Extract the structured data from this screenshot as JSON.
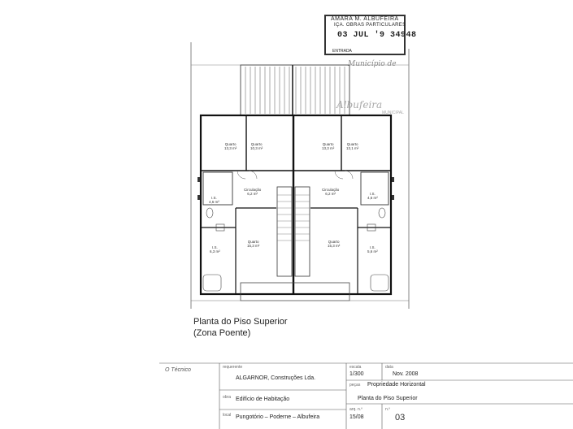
{
  "stamp": {
    "line1": "AMARA M. ALBUFEIRA",
    "line2": "IÇA. OBRAS PARTICULARES",
    "date_number": "03 JUL '9 34948",
    "line4": "ENTRADA"
  },
  "watermark": {
    "top": "Município de",
    "middle": "Albufeira",
    "bottom": "MUNICIPAL"
  },
  "plan_title": {
    "line1": "Planta do Piso Superior",
    "line2": "(Zona Poente)"
  },
  "rooms": [
    {
      "name": "Quarto",
      "area": "13,3 m²"
    },
    {
      "name": "Quarto",
      "area": "10,3 m²"
    },
    {
      "name": "Quarto",
      "area": "13,3 m²"
    },
    {
      "name": "Quarto",
      "area": "13,1 m²"
    },
    {
      "name": "I.S.",
      "area": "4,6 m²"
    },
    {
      "name": "Circulação",
      "area": "6,2 m²"
    },
    {
      "name": "Circulação",
      "area": "6,2 m²"
    },
    {
      "name": "I.S.",
      "area": "4,6 m²"
    },
    {
      "name": "Quarto",
      "area": "15,3 m²"
    },
    {
      "name": "Quarto",
      "area": "15,3 m²"
    },
    {
      "name": "I.S.",
      "area": "6,3 m²"
    },
    {
      "name": "I.S.",
      "area": "5,6 m²"
    }
  ],
  "title_block": {
    "author": "O Técnico",
    "requerente_label": "requerente",
    "requerente_value": "ALGARNOR, Construções Lda.",
    "obra_label": "obra",
    "obra_value": "Edifício de Habitação",
    "local_label": "local",
    "local_value": "Pungotório – Poderne – Albufeira",
    "escala_label": "escala",
    "escala_value": "1/300",
    "data_label": "data",
    "data_value": "Nov. 2008",
    "pecas_label": "peças",
    "pecas_value": "Propriedade Horizontal",
    "desenho_value": "Planta do Piso Superior",
    "arq_label": "arq. n.º",
    "arq_value": "15/08",
    "n_label": "n.º",
    "n_value": "03"
  }
}
